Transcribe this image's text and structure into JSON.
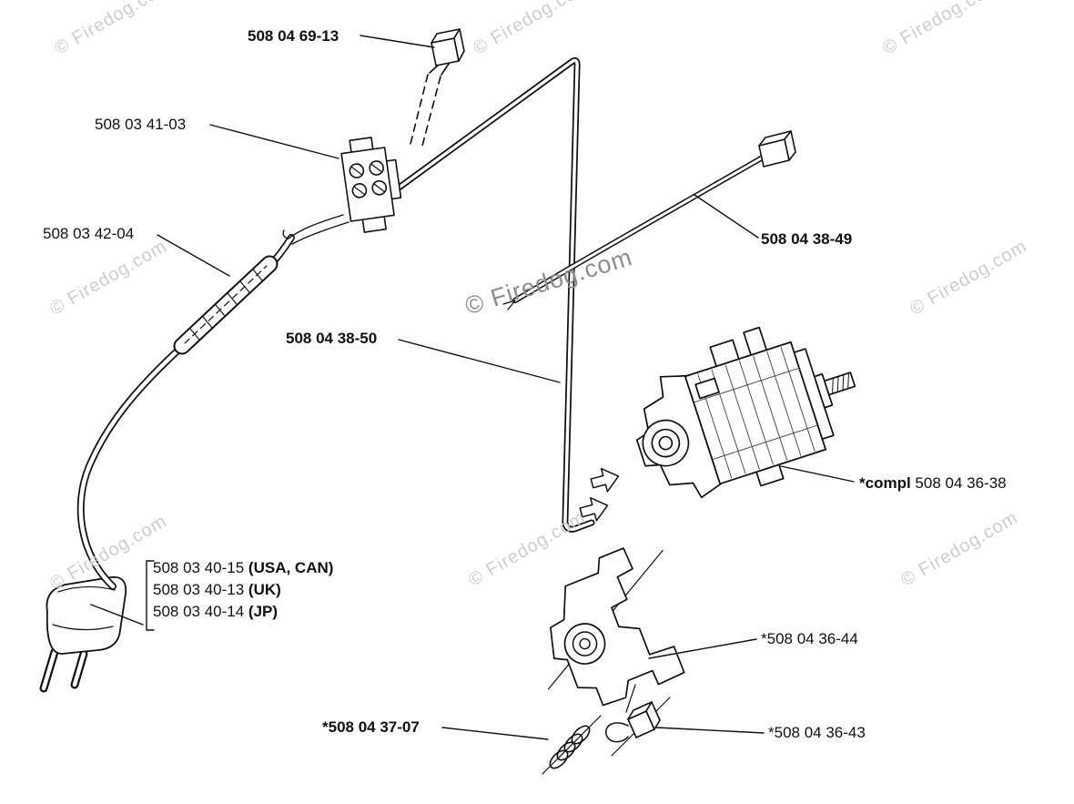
{
  "watermark": {
    "text": "© Firedog.com"
  },
  "colors": {
    "watermark_light": "#cdcdcd",
    "watermark_dark": "#8d8d8d",
    "line_art": "#111111",
    "background": "#ffffff"
  },
  "labels": {
    "connector_top": "508 04 69-13",
    "terminal_block": "508 03 41-03",
    "cord_sleeve": "508 03 42-04",
    "wire_short": "508 04 38-49",
    "wire_long": "508 04 38-50",
    "motor_prefix": "*compl",
    "motor_number": " 508 04 36-38",
    "plug_options": [
      {
        "number": "508 03 40-15 ",
        "region": "(USA, CAN)"
      },
      {
        "number": "508 03 40-13 ",
        "region": "(UK)"
      },
      {
        "number": "508 03 40-14 ",
        "region": "(JP)"
      }
    ],
    "brush_holder": "*508 04 36-44",
    "spring": "*508 04 37-07",
    "carbon_brush": "*508 04 36-43"
  }
}
